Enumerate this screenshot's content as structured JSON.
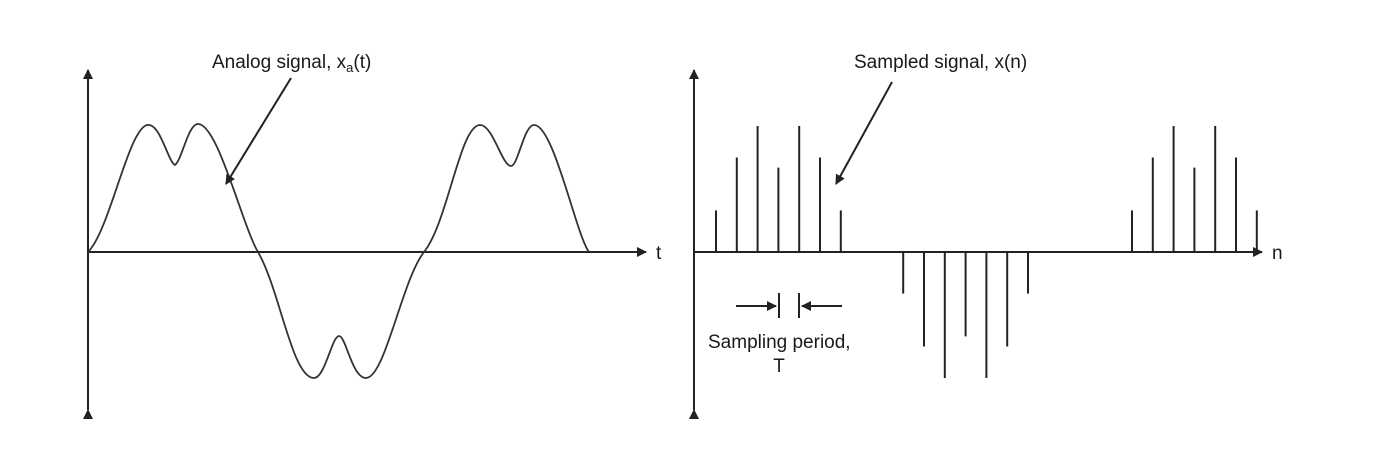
{
  "left_panel": {
    "label_prefix": "Analog signal, x",
    "label_subscript": "a",
    "label_suffix": "(t)",
    "axis_label": "t"
  },
  "right_panel": {
    "label": "Sampled signal, x(n)",
    "axis_label": "n",
    "period_label_line1": "Sampling period,",
    "period_label_line2": "T"
  },
  "colors": {
    "ink": "#222222",
    "background": "#ffffff"
  },
  "samples": [
    0.33,
    0.75,
    1.0,
    0.67,
    1.0,
    0.75,
    0.33,
    0,
    0,
    -0.33,
    -0.75,
    -1.0,
    -0.67,
    -1.0,
    -0.75,
    -0.33,
    0,
    0,
    0,
    0,
    0.33,
    0.75,
    1.0,
    0.67,
    1.0,
    0.75,
    0.33
  ]
}
